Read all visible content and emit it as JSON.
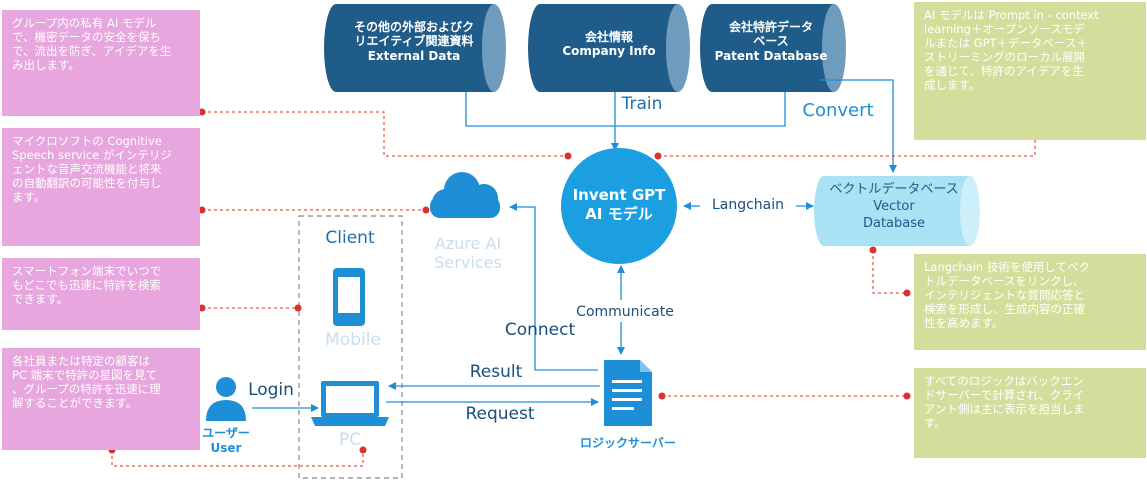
{
  "notes": {
    "left_1": "グループ内の私有 AI モデル\nで、機密データの安全を保ち\nで、流出を防ぎ、アイデアを生\nみ出します。",
    "left_2": "マイクロソフトの Cognitive\nSpeech service がインテリジ\nェントな音声交流機能と将来\nの自動翻訳の可能性を付与し\nます。",
    "left_3": "スマートフォン端末でいつで\nもどこでも迅速に特許を検索\nできます。",
    "left_4": "各社員または特定の顧客は\nPC 端末で特許の星図を見て\n、グループの特許を迅速に理\n解することができます。",
    "right_1": "AI モデルは Prompt in - context\nlearning＋オープンソースモデ\nルまたは GPT＋データベース＋\nストリーミングのローカル展開\nを通じて、特許のアイデアを生\n成します。",
    "right_2": "Langchain 技術を使用してベク\nトルデータベースをリンクし、\nインテリジェントな質問応答と\n検索を形成し、生成内容の正確\n性を高めます。",
    "right_3": "すべてのロジックはバックエン\nドサーバーで計算され、クライ\nアント側は主に表示を担当しま\nす。"
  },
  "sources": {
    "external": "その他の外部およびク\nリエイティブ関連資料\nExternal Data",
    "company": "会社情報\nCompany Info",
    "patent": "会社特許データ\nベース\nPatent Database"
  },
  "labels": {
    "train": "Train",
    "convert": "Convert",
    "ai_model": "Invent GPT\nAI モデル",
    "langchain": "Langchain",
    "vector_db": "ベクトルデータベース\nVector\nDatabase",
    "azure": "Azure AI\nServices",
    "client": "Client",
    "mobile": "Mobile",
    "pc": "PC",
    "login": "Login",
    "user": "ユーザー\nUser",
    "connect": "Connect",
    "communicate": "Communicate",
    "result": "Result",
    "request": "Request",
    "logic_server": "ロジックサーバー"
  },
  "colors": {
    "pink_note": "#e7a6dd",
    "green_note": "#d4dd9c",
    "cylinder": "#1f5c8a",
    "accent_blue": "#1e8fd6",
    "vector_fill": "#a9e2f5",
    "connector_red": "#d9312b"
  }
}
